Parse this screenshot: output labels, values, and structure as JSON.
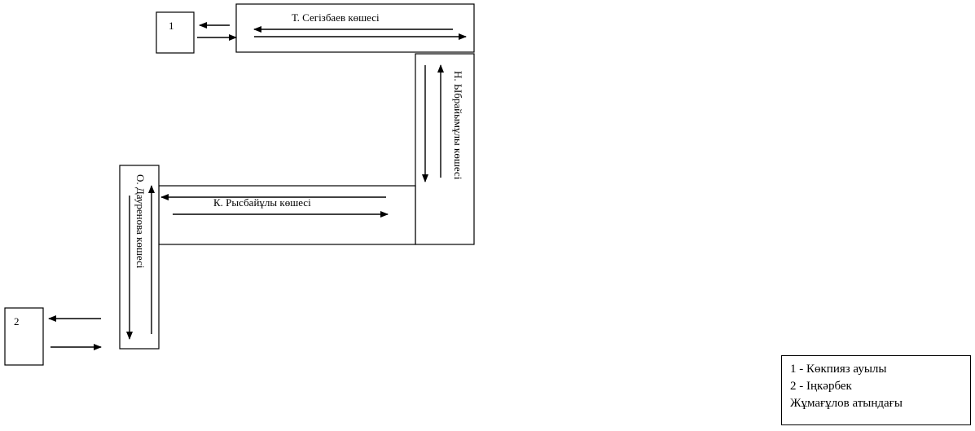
{
  "nodes": {
    "node1_label": "1",
    "node2_label": "2"
  },
  "streets": {
    "segizbaev": "Т. Сегізбаев көшесі",
    "ibraimuly": "Н. Ыбрайымұлы көшесі",
    "rysbaiuly": "К. Рысбайұлы көшесі",
    "daurenova": "О. Дауренова көшесі"
  },
  "legend": {
    "items": [
      "1 - Көкпияз ауылы",
      "2 - Іңкәрбек",
      "Жұмағұлов атындағы"
    ]
  }
}
